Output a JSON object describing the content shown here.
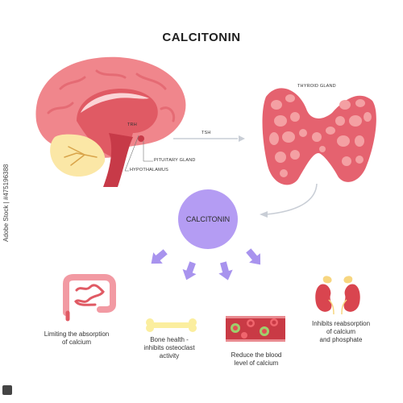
{
  "title": "CALCITONIN",
  "labels": {
    "thyroid_gland": "THYROID GLAND",
    "trh": "TRH",
    "pituitary_gland": "PITUITARY GLAND",
    "hypothalamus": "HYPOTHALAMUS",
    "tsh": "TSH",
    "calcitonin_node": "CALCITONIN"
  },
  "effects": {
    "intestine": [
      "Limiting  the absorption",
      "of calcium"
    ],
    "bone": [
      "Bone health -",
      "inhibits osteoclast",
      "activity"
    ],
    "blood": [
      "Reduce the blood",
      "level of calcium"
    ],
    "kidney": [
      "Inhibits reabsorption",
      "of calcium",
      "and phosphate"
    ]
  },
  "stock_id": "Adobe Stock | #475196388",
  "colors": {
    "brain": "#f0868c",
    "brain_inner": "#e05a64",
    "cerebellum": "#fbe7a6",
    "thyroid": "#e5626f",
    "thyroid_cell": "#f4a0a3",
    "calcitonin_circle": "#b49cf3",
    "arrow": "#a893ee",
    "flow_arrow": "#c9ced6",
    "bone": "#fbee9e",
    "vessel": "#c93a45",
    "blood_cell_green": "#9ecf6c",
    "kidney": "#d9454f",
    "kidney_fat": "#f7d680"
  }
}
